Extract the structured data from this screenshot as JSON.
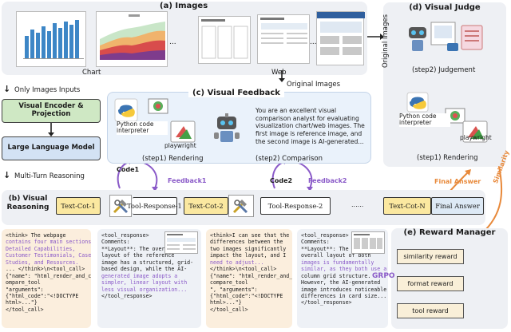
{
  "images": {
    "title": "(a) Images",
    "chart_label": "Chart",
    "web_label": "Web",
    "dots": "...",
    "web_dots": "..."
  },
  "left_flow": {
    "only_images": "Only Images Inputs",
    "encoder": "Visual Encoder & Projection",
    "llm": "Large Language Model",
    "multi_turn": "Multi-Turn Reasoning"
  },
  "visual_feedback": {
    "title": "(c) Visual Feedback",
    "original_images": "Original Images",
    "python_label": "Python code interpreter",
    "playwright_label": "playwright",
    "prompt": "You are an excellent visual comparison analyst for evaluating visualization chart/web images. The first image is reference image, and the second image is AI-generated...",
    "step1": "(step1) Rendering",
    "step2": "(step2) Comparison",
    "code1": "Code1",
    "feedback1": "Feedback1",
    "code2": "Code2",
    "feedback2": "Feedback2"
  },
  "visual_judge": {
    "title": "(d) Visual Judge",
    "original_images_vertical": "Original Images",
    "step2": "(step2) Judgement",
    "python_label": "Python code interpreter",
    "playwright_label": "playwright",
    "step1": "(step1) Rendering"
  },
  "reasoning": {
    "title": "(b) Visual Reasoning",
    "chips": [
      "Text-Cot-1",
      "Tool-Response-1",
      "Text-Cot-2",
      "Tool-Response-2",
      "Text-Cot-N",
      "Final Answer"
    ],
    "dots": "......",
    "final_answer_arrow": "Final Answer",
    "similarity": "Similarity"
  },
  "reward": {
    "title": "(e) Reward Manager",
    "grpo": "GRPO",
    "items": [
      "similarity reward",
      "format reward",
      "tool reward"
    ]
  },
  "notes": {
    "note1": [
      "<think> The webpage",
      "contains four main sections:",
      "Detailed Capabilities,",
      "Customer Testimonials, Case",
      "Studies, and Resources.",
      "... </think>\\n<tool_call>",
      "{\"name\": \"html_render_and_c",
      "ompare_tool",
      "\"arguments\":",
      "{\"html_code\":\"<!DOCTYPE",
      "html>...\"}",
      "</tool_call>"
    ],
    "note2": [
      "<tool_response>",
      "  Comments:",
      "  **Layout**: The overall",
      "layout of the reference",
      "image has a structured, grid-",
      "based design, while the AI-",
      "generated image adopts a",
      "simpler, linear layout with",
      "less visual organization...",
      "</tool_response>"
    ],
    "note3": [
      "<think>I can see that the",
      "differences between the",
      "two images significantly",
      "impact the layout, and I",
      "need to adjust...",
      "</think>\\n<tool_call>",
      "{\"name\": \"html_render_and_",
      "compare_tool",
      "\", \"arguments\":",
      "{\"html_code\":\"<!DOCTYPE",
      "html>...\"}",
      "</tool_call>"
    ],
    "note4": [
      "<tool_response>",
      "  Comments:",
      "  **Layout**: The",
      "overall layout of both",
      "images is fundamentally",
      "similar, as they both use a 4-",
      "column grid structure.",
      "However, the AI-generated",
      "image introduces noticeable",
      "differences in card size...",
      "</tool_response>"
    ]
  },
  "colors": {
    "panel_gray": "#eef0f4",
    "panel_blue": "#eaf2fb",
    "encoder_green": "#cfe8c4",
    "llm_blue": "#d3e2f4",
    "cot_yellow": "#fbe8a0",
    "purple": "#8a5ac8",
    "orange": "#e8893a",
    "reward_fill": "#f9efd8"
  }
}
